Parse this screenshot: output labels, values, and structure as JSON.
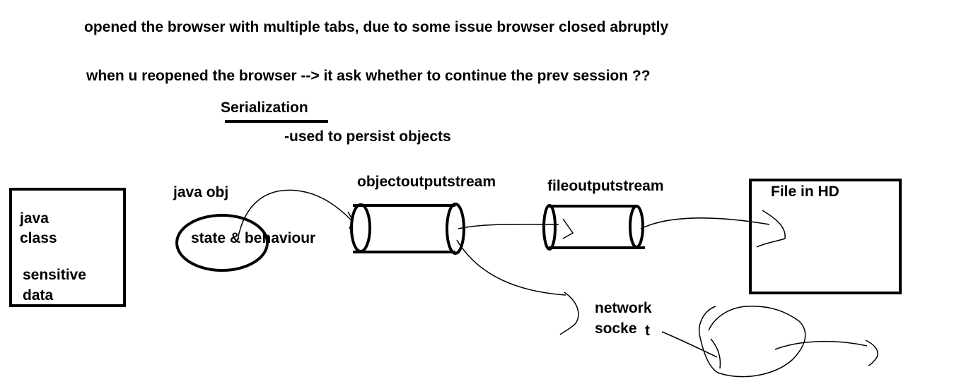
{
  "notes": {
    "line1": "opened the browser with multiple tabs, due to some issue browser closed abruptly",
    "line2": "when u reopened the browser --> it ask whether to continue the prev session ??",
    "heading": "Serialization",
    "subpoint": "-used to persist objects"
  },
  "java_class_box": {
    "line1": "java",
    "line2": "class",
    "line3": "sensitive",
    "line4": "data"
  },
  "java_obj": {
    "label": "java obj",
    "ellipse_text": "state & behaviour"
  },
  "streams": {
    "object_output": "objectoutputstream",
    "file_output": "fileoutputstream"
  },
  "file_box": {
    "label": "File in HD"
  },
  "network": {
    "line1": "network",
    "line2": "socke",
    "line2_tail": "t"
  },
  "colors": {
    "ink": "#000000",
    "background": "#ffffff"
  }
}
